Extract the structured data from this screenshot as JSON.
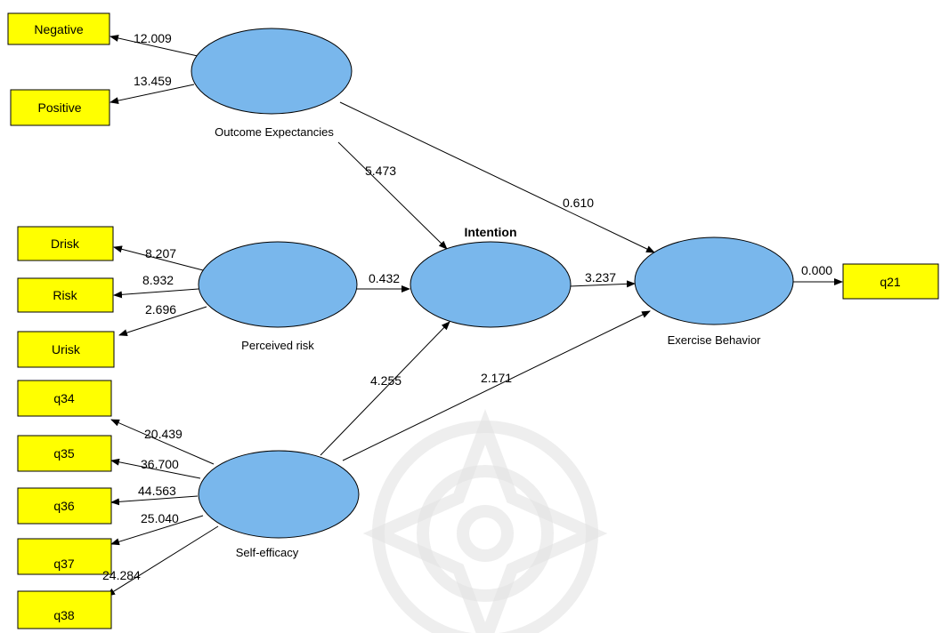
{
  "colors": {
    "indicator_fill": "#ffff00",
    "latent_fill": "#79b7ec",
    "line": "#000000"
  },
  "latent_variables": {
    "outcome": "Outcome Expectancies",
    "perceived": "Perceived risk",
    "intention": "Intention",
    "self_efficacy": "Self-efficacy",
    "exercise": "Exercise Behavior"
  },
  "indicators": {
    "negative": "Negative",
    "positive": "Positive",
    "drisk": "Drisk",
    "risk": "Risk",
    "urisk": "Urisk",
    "q34": "q34",
    "q35": "q35",
    "q36": "q36",
    "q37": "q37",
    "q38": "q38",
    "q21": "q21"
  },
  "coefficients": {
    "negative": "12.009",
    "positive": "13.459",
    "outcome_intention": "5.473",
    "outcome_exercise": "0.610",
    "drisk": "8.207",
    "risk": "8.932",
    "urisk": "2.696",
    "perceived_intention": "0.432",
    "intention_exercise": "3.237",
    "exercise_q21": "0.000",
    "self_intention": "4.255",
    "self_exercise": "2.171",
    "q34": "20.439",
    "q35": "36.700",
    "q36": "44.563",
    "q37": "25.040",
    "q38": "24.284"
  }
}
